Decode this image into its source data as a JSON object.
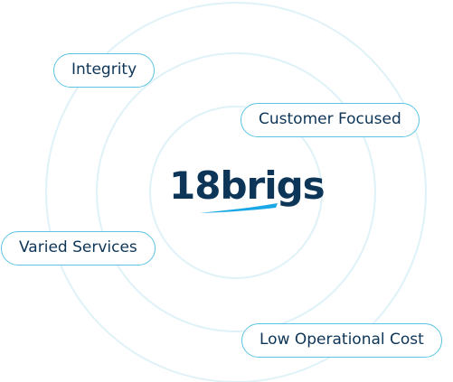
{
  "brand": {
    "name": "18brigs",
    "color": "#0d3557",
    "accent": "#1aa7e6"
  },
  "colors": {
    "ring": "#dff2f8",
    "pill_border": "#5cc4e2",
    "text": "#0d3557"
  },
  "values": [
    {
      "id": "integrity",
      "label": "Integrity"
    },
    {
      "id": "customer",
      "label": "Customer Focused"
    },
    {
      "id": "varied",
      "label": "Varied Services"
    },
    {
      "id": "lowcost",
      "label": "Low Operational Cost"
    }
  ]
}
